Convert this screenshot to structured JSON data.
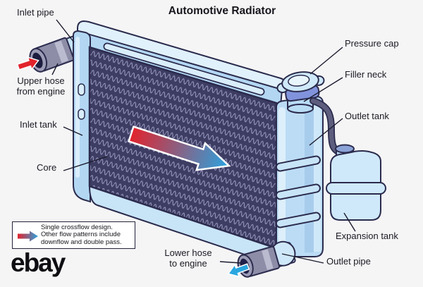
{
  "title": "Automotive Radiator",
  "brand": "ebay",
  "labels": {
    "inlet_pipe": "Inlet pipe",
    "upper_hose_line1": "Upper hose",
    "upper_hose_line2": "from engine",
    "inlet_tank": "Inlet tank",
    "core": "Core",
    "pressure_cap": "Pressure cap",
    "filler_neck": "Filler neck",
    "outlet_tank": "Outlet tank",
    "expansion_tank": "Expansion tank",
    "lower_hose_line1": "Lower hose",
    "lower_hose_line2": "to engine",
    "outlet_pipe": "Outlet pipe"
  },
  "legend": {
    "line1": "Single crossflow design.",
    "line2": "Other flow patterns include",
    "line3": "downflow and double pass."
  },
  "colors": {
    "background": "#f5f5f6",
    "radiator_body_blue": "#bcdcf5",
    "radiator_highlight_blue": "#ddeffb",
    "core_navy": "#3d3d63",
    "core_fin_lavender": "#9f9fc7",
    "outline_navy": "#2b2b4d",
    "hose_gray": "#8d8da8",
    "hot_red": "#e2232c",
    "cool_blue": "#2aa3e0",
    "cap_band_blue": "#8193dc",
    "label_text": "#1a1a22"
  }
}
